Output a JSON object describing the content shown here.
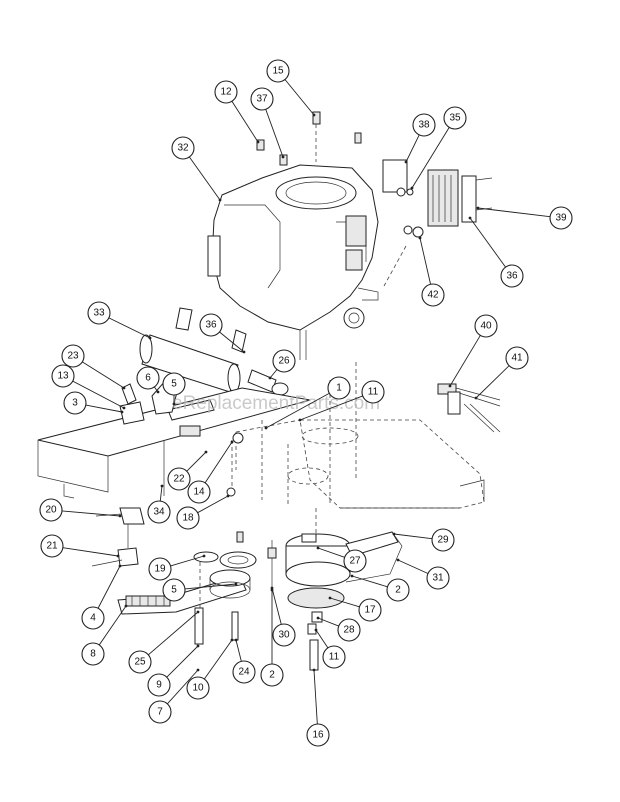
{
  "watermark": "eReplacementParts.com",
  "callouts": [
    {
      "label": "15"
    },
    {
      "label": "12"
    },
    {
      "label": "37"
    },
    {
      "label": "32"
    },
    {
      "label": "38"
    },
    {
      "label": "35"
    },
    {
      "label": "39"
    },
    {
      "label": "36"
    },
    {
      "label": "42"
    },
    {
      "label": "33"
    },
    {
      "label": "36"
    },
    {
      "label": "26"
    },
    {
      "label": "40"
    },
    {
      "label": "41"
    },
    {
      "label": "23"
    },
    {
      "label": "6"
    },
    {
      "label": "13"
    },
    {
      "label": "5"
    },
    {
      "label": "1"
    },
    {
      "label": "11"
    },
    {
      "label": "3"
    },
    {
      "label": "22"
    },
    {
      "label": "14"
    },
    {
      "label": "18"
    },
    {
      "label": "20"
    },
    {
      "label": "34"
    },
    {
      "label": "29"
    },
    {
      "label": "21"
    },
    {
      "label": "19"
    },
    {
      "label": "27"
    },
    {
      "label": "31"
    },
    {
      "label": "5"
    },
    {
      "label": "2"
    },
    {
      "label": "17"
    },
    {
      "label": "4"
    },
    {
      "label": "28"
    },
    {
      "label": "30"
    },
    {
      "label": "8"
    },
    {
      "label": "25"
    },
    {
      "label": "11"
    },
    {
      "label": "9"
    },
    {
      "label": "24"
    },
    {
      "label": "2"
    },
    {
      "label": "10"
    },
    {
      "label": "7"
    },
    {
      "label": "16"
    }
  ]
}
